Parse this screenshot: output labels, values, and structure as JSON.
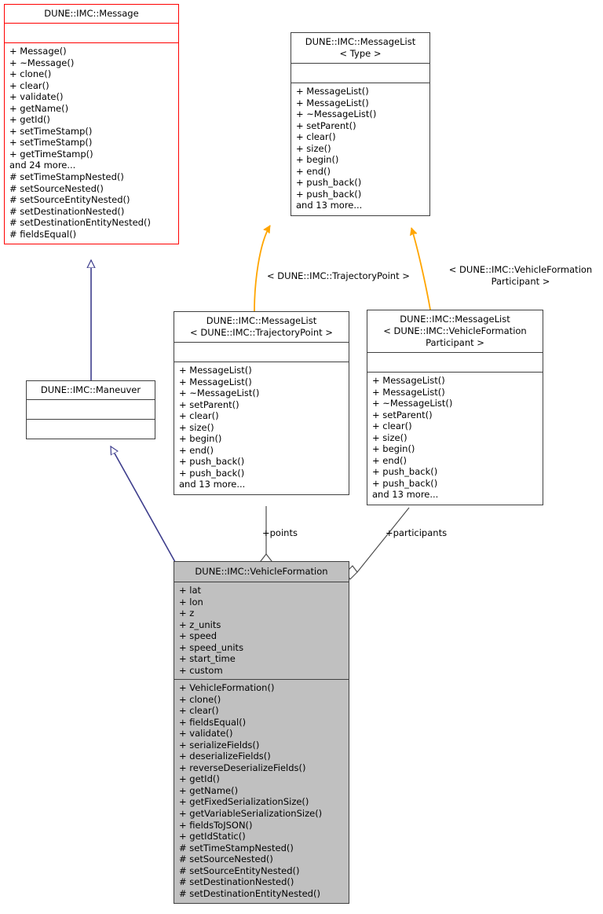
{
  "diagram": {
    "kind": "uml-class-diagram",
    "title": "DUNE::IMC::VehicleFormation Collaboration Diagram",
    "colors": {
      "base_class_border": "#ff0000",
      "focus_class_fill": "#c0c0c0",
      "normal_border": "#404040",
      "inheritance_edge": "#3d3d8c",
      "template_binding_edge": "#ffa500",
      "aggregation_edge": "#4d4d4d",
      "background": "#ffffff"
    }
  },
  "classes": {
    "message": {
      "name": "DUNE::IMC::Message",
      "attributes": [],
      "operations": [
        "+ Message()",
        "+ ~Message()",
        "+ clone()",
        "+ clear()",
        "+ validate()",
        "+ getName()",
        "+ getId()",
        "+ setTimeStamp()",
        "+ setTimeStamp()",
        "+ getTimeStamp()",
        "and 24 more...",
        "# setTimeStampNested()",
        "# setSourceNested()",
        "# setSourceEntityNested()",
        "# setDestinationNested()",
        "# setDestinationEntityNested()",
        "# fieldsEqual()"
      ]
    },
    "message_list_type": {
      "name": "DUNE::IMC::MessageList\n< Type >",
      "attributes": [],
      "operations": [
        "+ MessageList()",
        "+ MessageList()",
        "+ ~MessageList()",
        "+ setParent()",
        "+ clear()",
        "+ size()",
        "+ begin()",
        "+ end()",
        "+ push_back()",
        "+ push_back()",
        "and 13 more..."
      ]
    },
    "maneuver": {
      "name": "DUNE::IMC::Maneuver",
      "attributes": [],
      "operations": []
    },
    "message_list_trajectory_point": {
      "name": "DUNE::IMC::MessageList\n< DUNE::IMC::TrajectoryPoint >",
      "attributes": [],
      "operations": [
        "+ MessageList()",
        "+ MessageList()",
        "+ ~MessageList()",
        "+ setParent()",
        "+ clear()",
        "+ size()",
        "+ begin()",
        "+ end()",
        "+ push_back()",
        "+ push_back()",
        "and 13 more..."
      ]
    },
    "message_list_vf_participant": {
      "name": "DUNE::IMC::MessageList\n< DUNE::IMC::VehicleFormation\nParticipant >",
      "attributes": [],
      "operations": [
        "+ MessageList()",
        "+ MessageList()",
        "+ ~MessageList()",
        "+ setParent()",
        "+ clear()",
        "+ size()",
        "+ begin()",
        "+ end()",
        "+ push_back()",
        "+ push_back()",
        "and 13 more..."
      ]
    },
    "vehicle_formation": {
      "name": "DUNE::IMC::VehicleFormation",
      "attributes": [
        "+ lat",
        "+ lon",
        "+ z",
        "+ z_units",
        "+ speed",
        "+ speed_units",
        "+ start_time",
        "+ custom"
      ],
      "operations": [
        "+ VehicleFormation()",
        "+ clone()",
        "+ clear()",
        "+ fieldsEqual()",
        "+ validate()",
        "+ serializeFields()",
        "+ deserializeFields()",
        "+ reverseDeserializeFields()",
        "+ getId()",
        "+ getName()",
        "+ getFixedSerializationSize()",
        "+ getVariableSerializationSize()",
        "+ fieldsToJSON()",
        "+ getIdStatic()",
        "# setTimeStampNested()",
        "# setSourceNested()",
        "# setSourceEntityNested()",
        "# setDestinationNested()",
        "# setDestinationEntityNested()"
      ]
    }
  },
  "edge_labels": {
    "template_trajectory_point": "< DUNE::IMC::TrajectoryPoint >",
    "template_vf_participant": "< DUNE::IMC::VehicleFormation\nParticipant >",
    "role_points": "+points",
    "role_participants": "+participants"
  }
}
